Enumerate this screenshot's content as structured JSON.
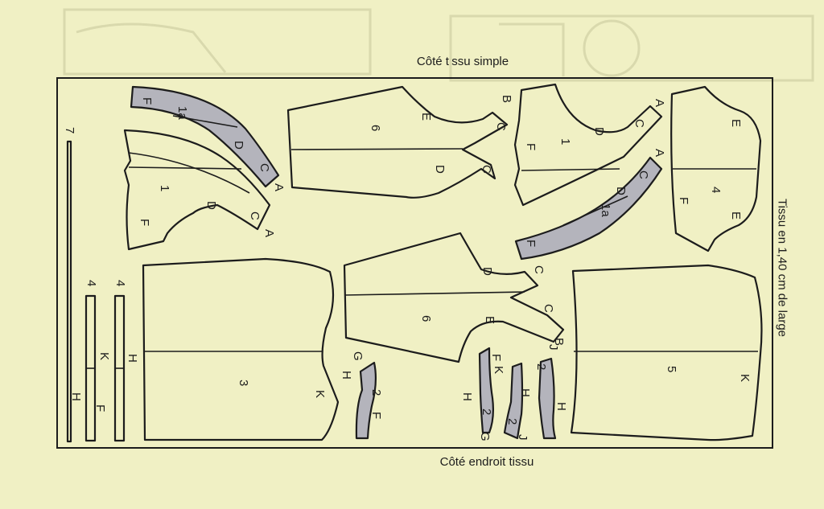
{
  "captions": {
    "top": "Côté tissu simple",
    "bottom": "Côté endroit tissu",
    "right": "Tissu en 1,40 cm de large"
  },
  "pieces": {
    "p1a_top": {
      "num": "1a",
      "marks": [
        "F",
        "D",
        "C",
        "A"
      ]
    },
    "p1_left": {
      "num": "1",
      "marks": [
        "F",
        "D",
        "C",
        "A"
      ]
    },
    "p6_top": {
      "num": "6",
      "marks": [
        "E",
        "D",
        "B",
        "C",
        "C"
      ]
    },
    "p1_mid": {
      "num": "1",
      "marks": [
        "D",
        "F",
        "A",
        "C"
      ]
    },
    "p1a_mid": {
      "num": "1a",
      "marks": [
        "A",
        "C",
        "D",
        "F"
      ]
    },
    "p4_right": {
      "num": "4",
      "marks": [
        "E",
        "F",
        "E"
      ]
    },
    "p7_strip": {
      "num": "7"
    },
    "p4_strips": {
      "num_a": "4",
      "num_b": "4",
      "marks": [
        "K",
        "H",
        "H",
        "F"
      ]
    },
    "p3": {
      "num": "3",
      "marks": [
        "K"
      ]
    },
    "p6_bot": {
      "num": "6",
      "marks": [
        "D",
        "E",
        "C",
        "C",
        "B"
      ]
    },
    "p2_a": {
      "num": "2",
      "marks": [
        "G",
        "H",
        "F"
      ]
    },
    "p2_b": {
      "num": "2",
      "marks": [
        "F",
        "H",
        "G"
      ]
    },
    "p2_c": {
      "num": "2",
      "marks": [
        "K",
        "H",
        "J"
      ]
    },
    "p2_d": {
      "num": "2",
      "marks": [
        "J",
        "H"
      ]
    },
    "p5": {
      "num": "5",
      "marks": [
        "K"
      ]
    }
  },
  "colors": {
    "background": "#f0f0c4",
    "shaded_piece": "#b4b4bc",
    "line": "#1c1c1c"
  }
}
